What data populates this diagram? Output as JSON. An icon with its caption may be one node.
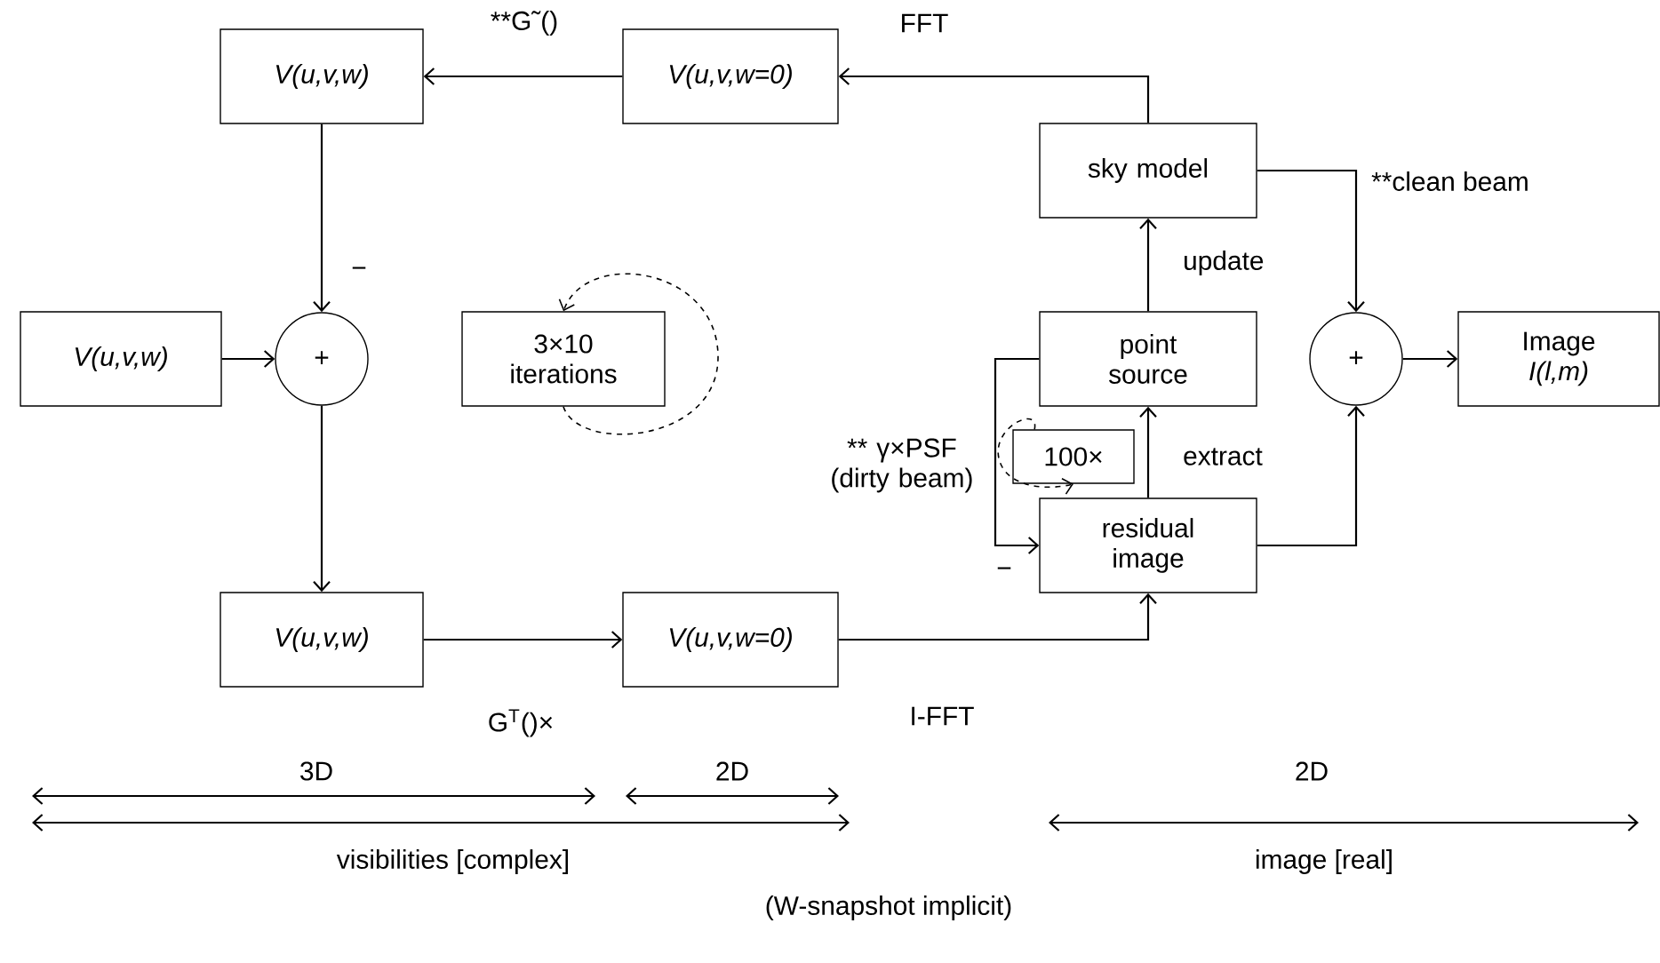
{
  "diagram": {
    "nodes": [
      {
        "text": [
          "V(u,v,w)"
        ]
      },
      {
        "text": [
          "V(u,v,w=0)"
        ]
      },
      {
        "text": [
          "sky model"
        ]
      },
      {
        "text": [
          "V(u,v,w)"
        ]
      },
      {
        "text": [
          "+"
        ]
      },
      {
        "text": [
          "3×10 iterations"
        ]
      },
      {
        "text": [
          "point source"
        ]
      },
      {
        "text": [
          "+"
        ]
      },
      {
        "text": [
          "Image",
          "I(l,m)"
        ]
      },
      {
        "text": [
          "100×"
        ]
      },
      {
        "text": [
          "residual image"
        ]
      },
      {
        "text": [
          "V(u,v,w)"
        ]
      },
      {
        "text": [
          "V(u,v,w=0)"
        ]
      }
    ],
    "edges": [
      {
        "from": 2,
        "to": 1,
        "arrow": "to",
        "label": "FFT"
      },
      {
        "from": 1,
        "to": 0,
        "arrow": "to",
        "label": "**G˜()"
      },
      {
        "from": 0,
        "to": 4,
        "arrow": "to",
        "label": "−"
      },
      {
        "from": 3,
        "to": 4,
        "arrow": "to"
      },
      {
        "from": 4,
        "to": 11,
        "arrow": "to"
      },
      {
        "from": 11,
        "to": 12,
        "arrow": "to",
        "label": "G$^{T}$()×"
      },
      {
        "from": 12,
        "to": 10,
        "arrow": "to",
        "label": "I-FFT"
      },
      {
        "from": 10,
        "to": 6,
        "arrow": "to",
        "label": "extract"
      },
      {
        "from": 6,
        "to": 2,
        "arrow": "to",
        "label": "update"
      },
      {
        "from": 2,
        "to": 7,
        "arrow": "to",
        "label": "**clean beam"
      },
      {
        "from": 10,
        "to": 7,
        "arrow": "to"
      },
      {
        "from": 7,
        "to": 8,
        "arrow": "to"
      },
      {
        "from": 6,
        "to": 10,
        "arrow": "to",
        "label": "** γ×PSF (dirty beam)"
      },
      {
        "from": 5,
        "to": 5,
        "arrow": "to",
        "style": "dashed"
      },
      {
        "from": 9,
        "to": 9,
        "arrow": "to",
        "style": "dashed"
      }
    ],
    "labels": [
      "3D",
      "2D",
      "2D",
      "visibilities [complex]",
      "image [real]",
      "(W-snapshot implicit)",
      "−"
    ]
  }
}
